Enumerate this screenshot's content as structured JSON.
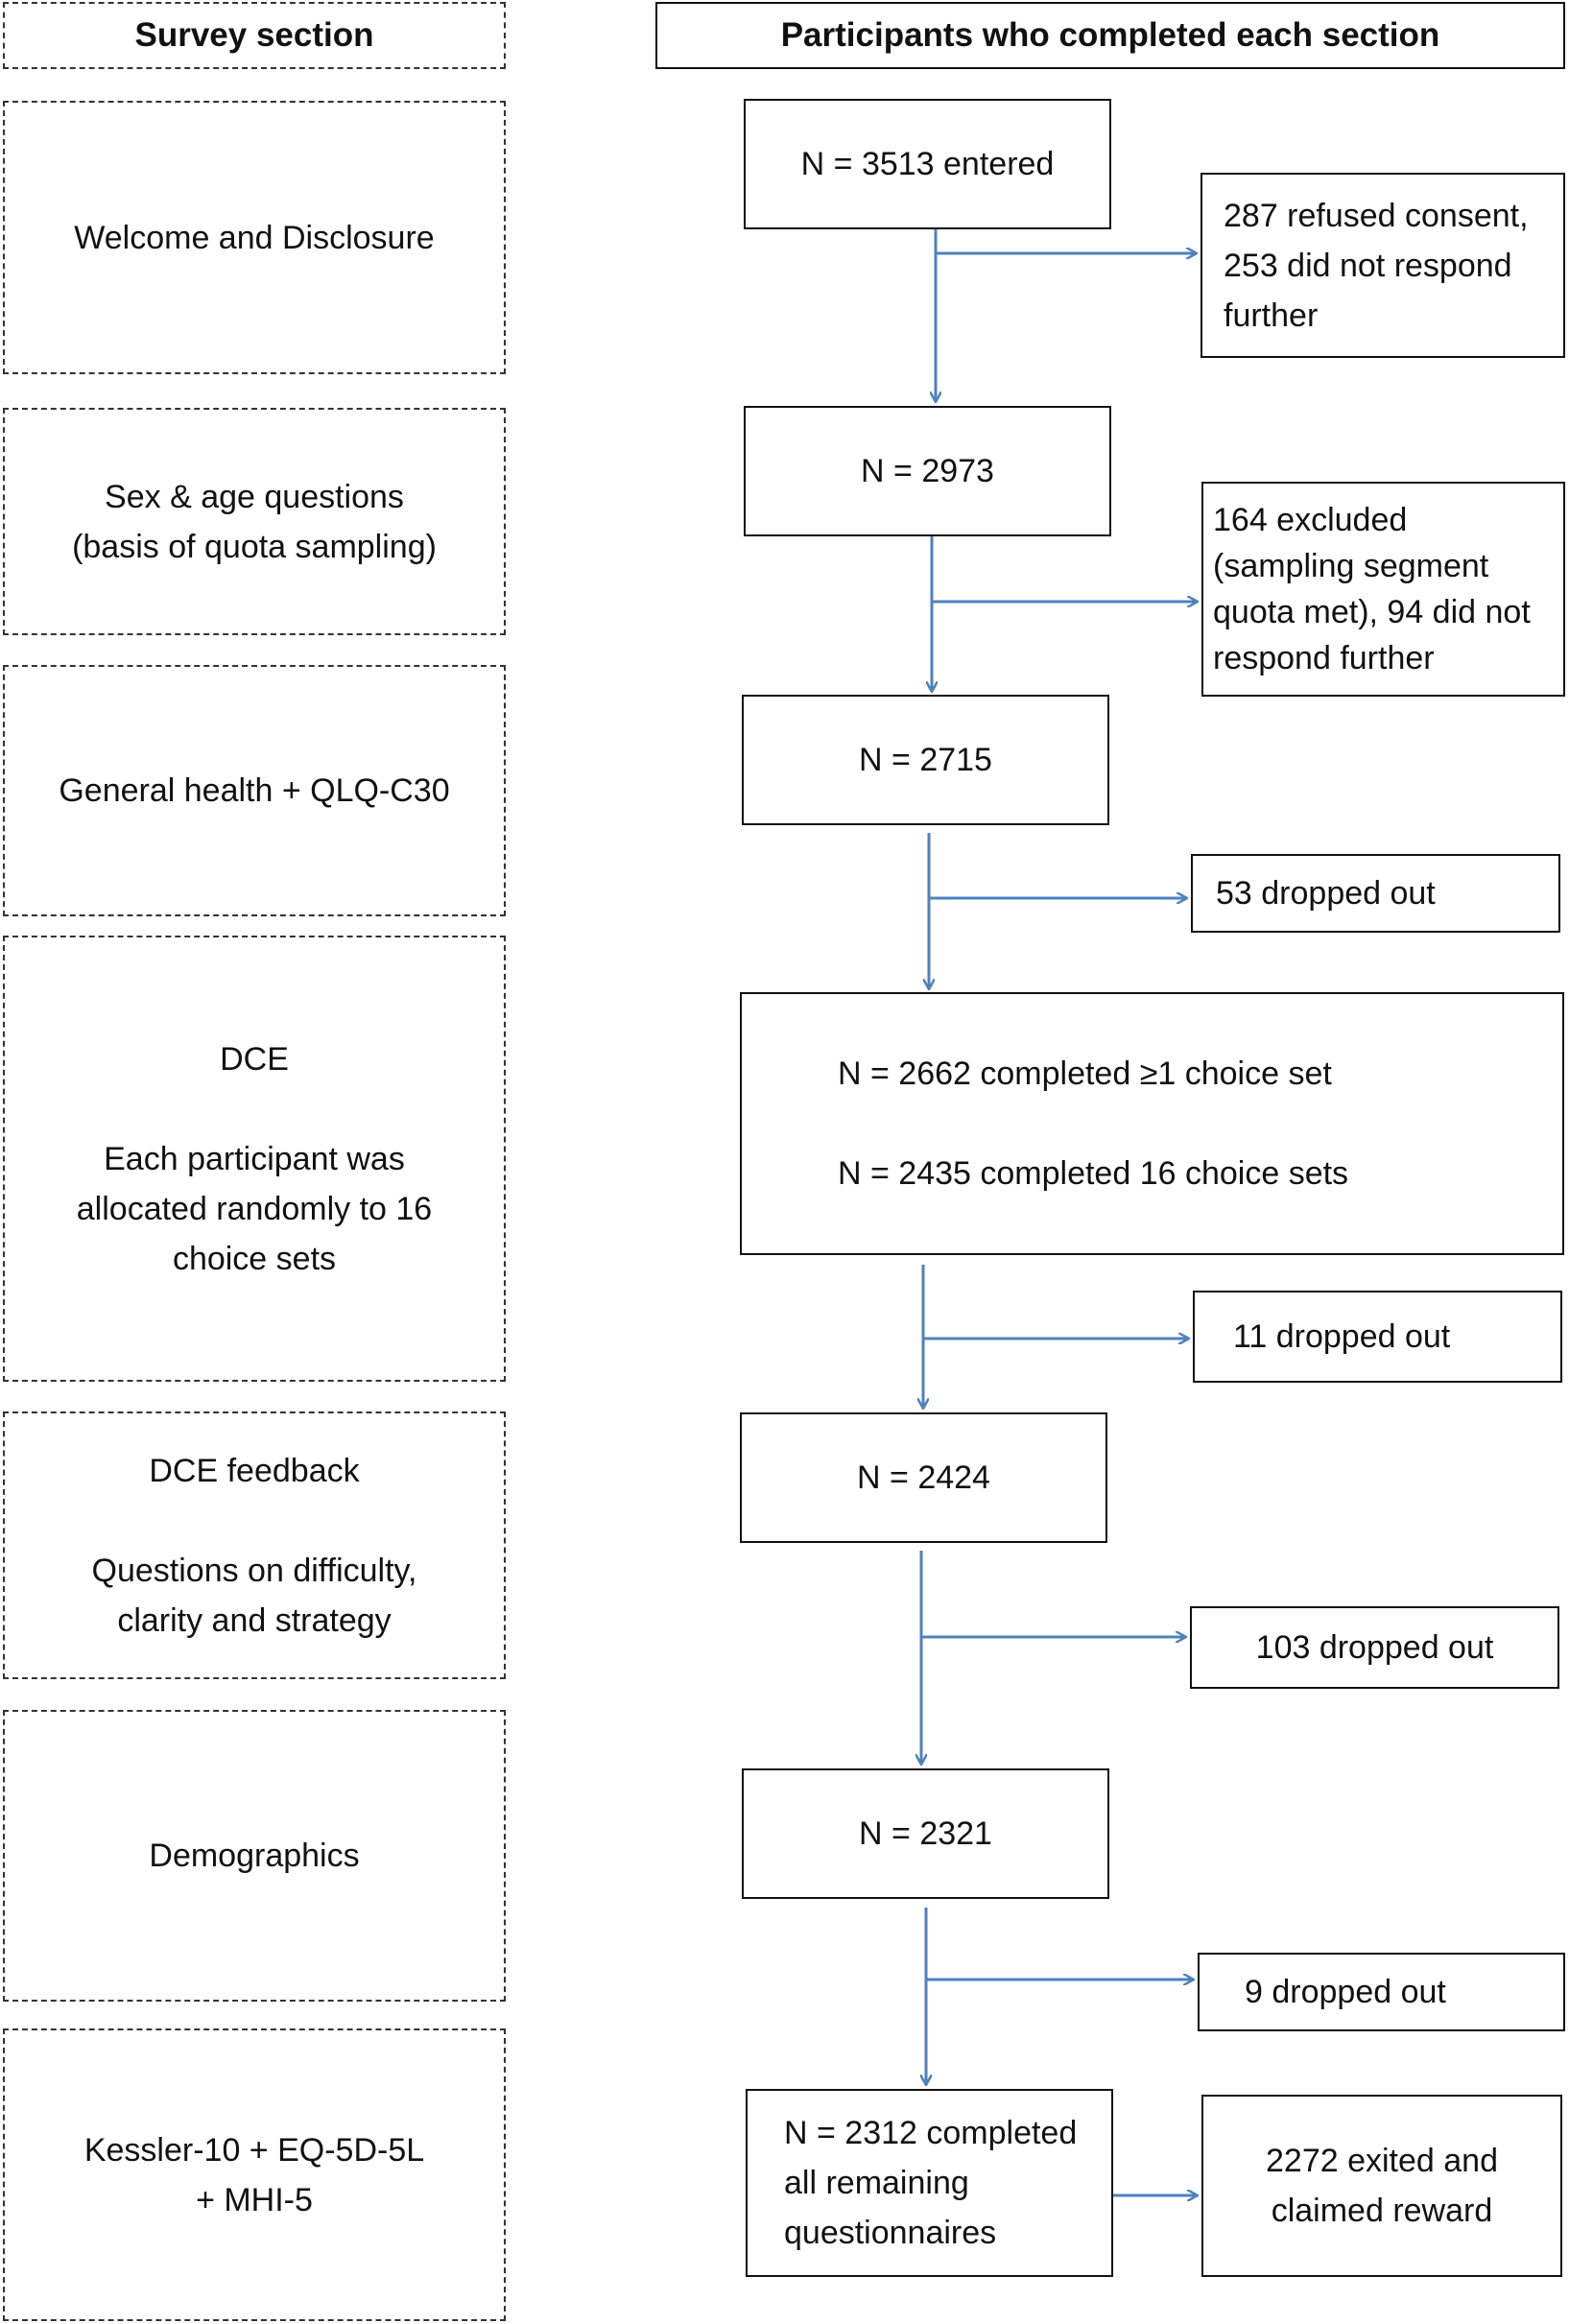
{
  "headers": {
    "left": "Survey section",
    "right": "Participants who completed each section"
  },
  "sections": [
    "Welcome and Disclosure",
    "Sex & age questions\n(basis of quota sampling)",
    "General health + QLQ-C30",
    "DCE\n\nEach participant was\nallocated randomly to 16\nchoice sets",
    "DCE feedback\n\nQuestions on difficulty,\nclarity and strategy",
    "Demographics",
    "Kessler-10 + EQ-5D-5L\n+ MHI-5"
  ],
  "counts": [
    "N = 3513 entered",
    "N = 2973",
    "N = 2715",
    "N = 2662 completed ≥1 choice set\n\nN = 2435 completed 16 choice sets",
    "N = 2424",
    "N = 2321",
    "N = 2312 completed\nall remaining\nquestionnaires"
  ],
  "exits": [
    "287 refused consent,\n253 did not respond\nfurther",
    "164 excluded\n(sampling segment\nquota met), 94 did not\nrespond further",
    "53 dropped out",
    "11 dropped out",
    "103 dropped out",
    "9 dropped out",
    "2272 exited and\nclaimed reward"
  ],
  "colors": {
    "arrow": "#4f81bd",
    "border": "#111111"
  }
}
